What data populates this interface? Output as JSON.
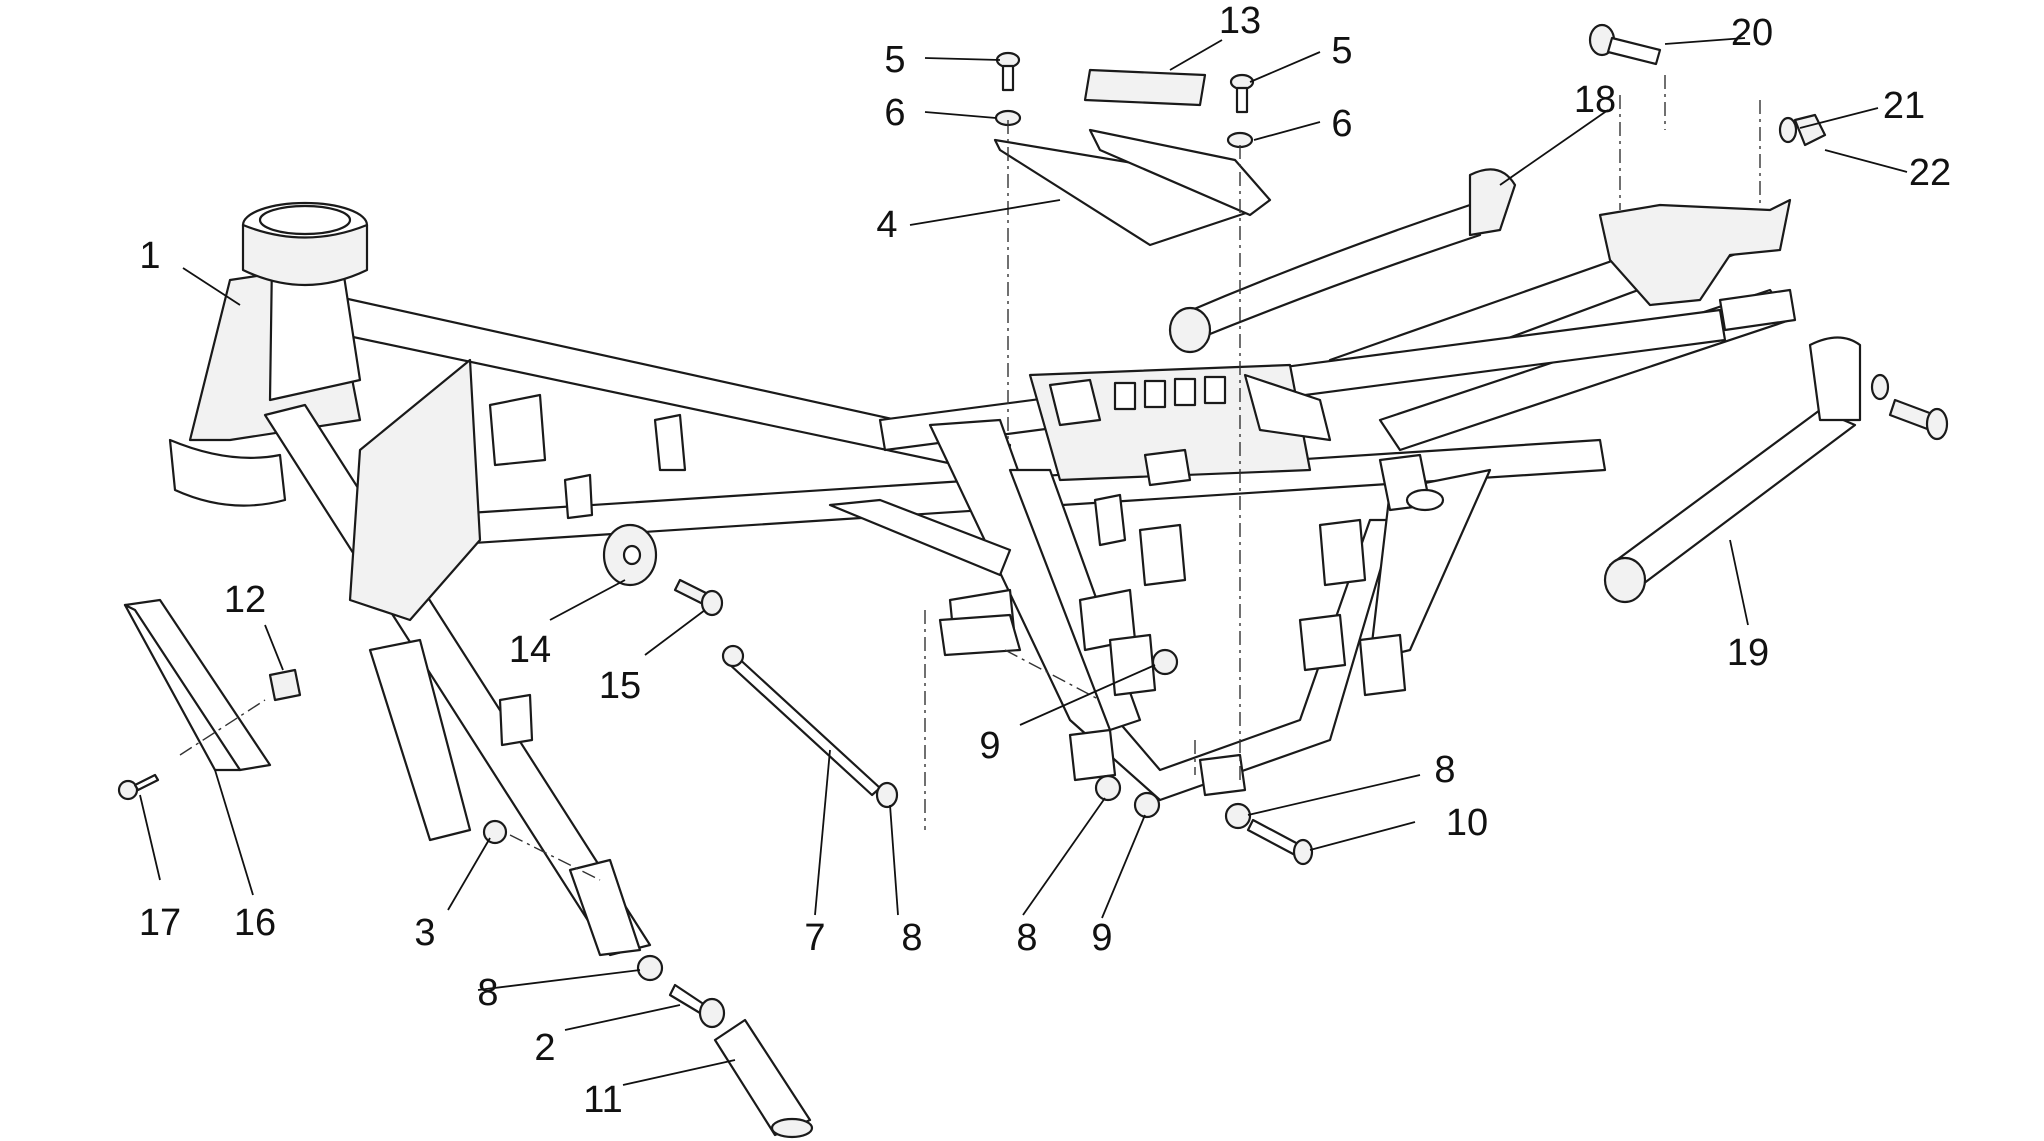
{
  "callouts": [
    {
      "id": "c1",
      "text": "1"
    },
    {
      "id": "c2",
      "text": "2"
    },
    {
      "id": "c3",
      "text": "3"
    },
    {
      "id": "c4",
      "text": "4"
    },
    {
      "id": "c5a",
      "text": "5"
    },
    {
      "id": "c5b",
      "text": "5"
    },
    {
      "id": "c6a",
      "text": "6"
    },
    {
      "id": "c6b",
      "text": "6"
    },
    {
      "id": "c7",
      "text": "7"
    },
    {
      "id": "c8a",
      "text": "8"
    },
    {
      "id": "c8b",
      "text": "8"
    },
    {
      "id": "c8c",
      "text": "8"
    },
    {
      "id": "c8d",
      "text": "8"
    },
    {
      "id": "c9a",
      "text": "9"
    },
    {
      "id": "c9b",
      "text": "9"
    },
    {
      "id": "c10",
      "text": "10"
    },
    {
      "id": "c11",
      "text": "11"
    },
    {
      "id": "c12",
      "text": "12"
    },
    {
      "id": "c13",
      "text": "13"
    },
    {
      "id": "c14",
      "text": "14"
    },
    {
      "id": "c15",
      "text": "15"
    },
    {
      "id": "c16",
      "text": "16"
    },
    {
      "id": "c17",
      "text": "17"
    },
    {
      "id": "c18",
      "text": "18"
    },
    {
      "id": "c19",
      "text": "19"
    },
    {
      "id": "c20",
      "text": "20"
    },
    {
      "id": "c21",
      "text": "21"
    },
    {
      "id": "c22",
      "text": "22"
    }
  ],
  "colors": {
    "line": "#1a1a1a",
    "background": "#ffffff",
    "shade": "#f2f2f2"
  }
}
